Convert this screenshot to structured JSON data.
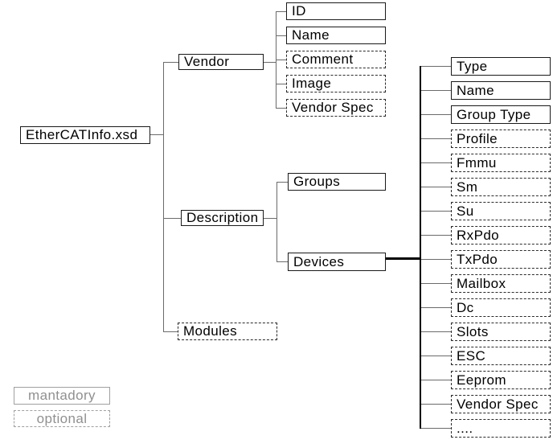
{
  "diagram": {
    "title_node": {
      "label": "EtherCATInfo.xsd",
      "style": "solid"
    },
    "level1": [
      {
        "label": "Vendor",
        "style": "solid"
      },
      {
        "label": "Description",
        "style": "solid"
      },
      {
        "label": "Modules",
        "style": "dashed"
      }
    ],
    "vendor_children": [
      {
        "label": "ID",
        "style": "solid"
      },
      {
        "label": "Name",
        "style": "solid"
      },
      {
        "label": "Comment",
        "style": "dashed"
      },
      {
        "label": "Image",
        "style": "dashed"
      },
      {
        "label": "Vendor Spec",
        "style": "dashed"
      }
    ],
    "description_children": [
      {
        "label": "Groups",
        "style": "solid"
      },
      {
        "label": "Devices",
        "style": "solid"
      }
    ],
    "devices_children": [
      {
        "label": "Type",
        "style": "solid"
      },
      {
        "label": "Name",
        "style": "solid"
      },
      {
        "label": "Group Type",
        "style": "solid"
      },
      {
        "label": "Profile",
        "style": "dashed"
      },
      {
        "label": "Fmmu",
        "style": "dashed"
      },
      {
        "label": "Sm",
        "style": "dashed"
      },
      {
        "label": "Su",
        "style": "dashed"
      },
      {
        "label": "RxPdo",
        "style": "dashed"
      },
      {
        "label": "TxPdo",
        "style": "dashed"
      },
      {
        "label": "Mailbox",
        "style": "dashed"
      },
      {
        "label": "Dc",
        "style": "dashed"
      },
      {
        "label": "Slots",
        "style": "dashed"
      },
      {
        "label": "ESC",
        "style": "dashed"
      },
      {
        "label": "Eeprom",
        "style": "dashed"
      },
      {
        "label": "Vendor Spec",
        "style": "dashed"
      },
      {
        "label": "....",
        "style": "dashed"
      }
    ],
    "legend": [
      {
        "label": "mantadory",
        "style": "solid"
      },
      {
        "label": "optional",
        "style": "dashed"
      }
    ],
    "colors": {
      "background": "#ffffff",
      "box_border_solid": "#1a1a1a",
      "box_border_dashed": "#2a2a2a",
      "node_text": "#000000",
      "connector": "#6b6b6b",
      "emphasis_connector": "#000000",
      "legend_border": "#a0a0a0",
      "legend_text": "#909090"
    }
  }
}
